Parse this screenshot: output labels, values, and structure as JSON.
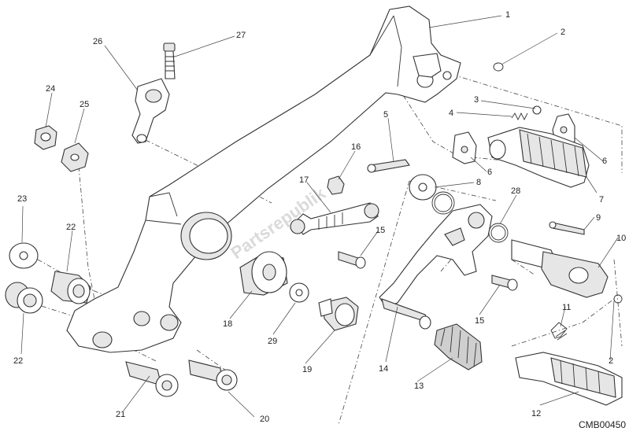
{
  "diagram": {
    "code": "CMB00450",
    "watermark": "Partsrepublik",
    "callouts": [
      {
        "id": "c1",
        "label": "1"
      },
      {
        "id": "c2a",
        "label": "2"
      },
      {
        "id": "c2b",
        "label": "2"
      },
      {
        "id": "c3",
        "label": "3"
      },
      {
        "id": "c4",
        "label": "4"
      },
      {
        "id": "c5",
        "label": "5"
      },
      {
        "id": "c6a",
        "label": "6"
      },
      {
        "id": "c6b",
        "label": "6"
      },
      {
        "id": "c7",
        "label": "7"
      },
      {
        "id": "c8",
        "label": "8"
      },
      {
        "id": "c9",
        "label": "9"
      },
      {
        "id": "c10",
        "label": "10"
      },
      {
        "id": "c11",
        "label": "11"
      },
      {
        "id": "c12",
        "label": "12"
      },
      {
        "id": "c13",
        "label": "13"
      },
      {
        "id": "c14",
        "label": "14"
      },
      {
        "id": "c15a",
        "label": "15"
      },
      {
        "id": "c15b",
        "label": "15"
      },
      {
        "id": "c16",
        "label": "16"
      },
      {
        "id": "c17",
        "label": "17"
      },
      {
        "id": "c18",
        "label": "18"
      },
      {
        "id": "c19",
        "label": "19"
      },
      {
        "id": "c20",
        "label": "20"
      },
      {
        "id": "c21",
        "label": "21"
      },
      {
        "id": "c22a",
        "label": "22"
      },
      {
        "id": "c22b",
        "label": "22"
      },
      {
        "id": "c23",
        "label": "23"
      },
      {
        "id": "c24",
        "label": "24"
      },
      {
        "id": "c25",
        "label": "25"
      },
      {
        "id": "c26",
        "label": "26"
      },
      {
        "id": "c27",
        "label": "27"
      },
      {
        "id": "c28",
        "label": "28"
      },
      {
        "id": "c29",
        "label": "29"
      }
    ]
  }
}
